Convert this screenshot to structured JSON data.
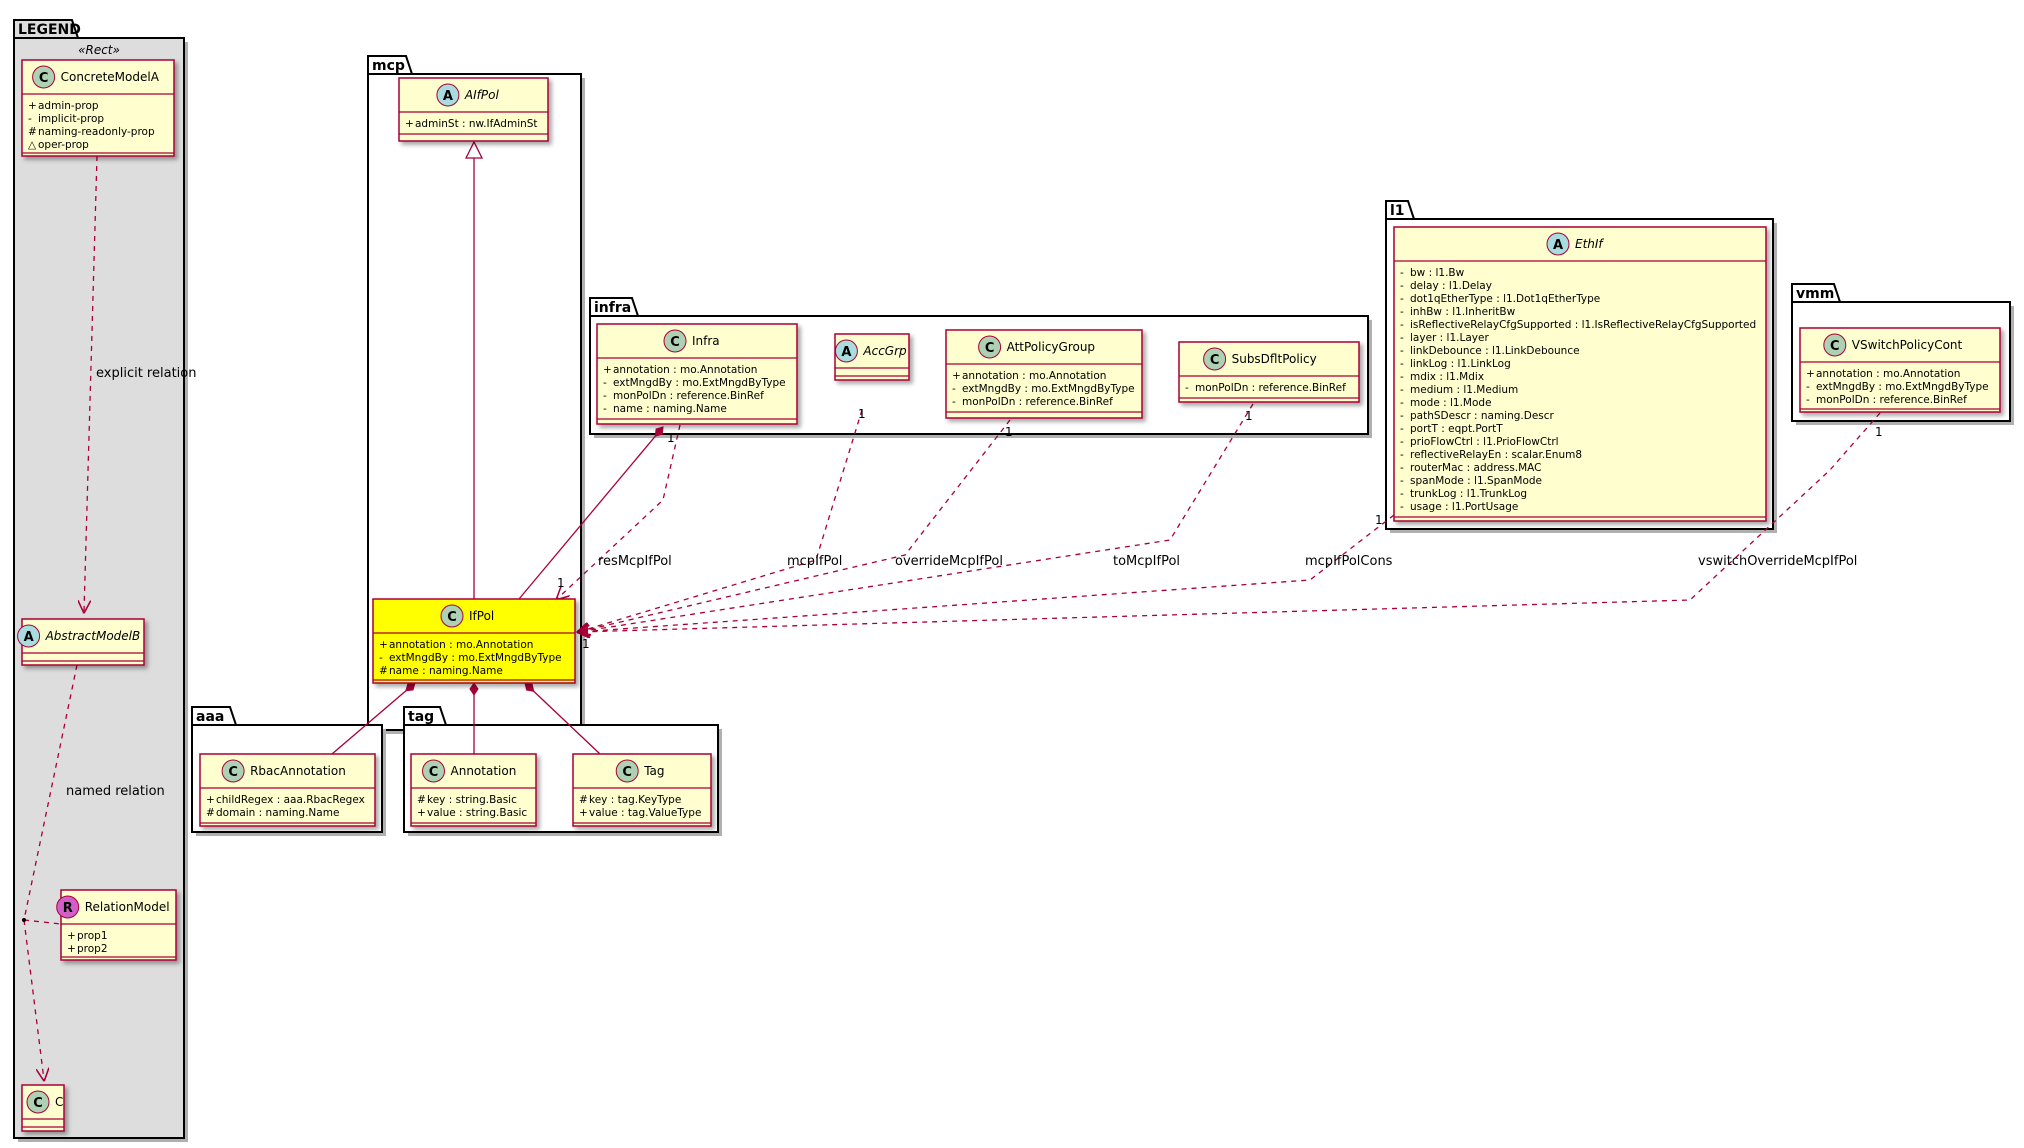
{
  "colors": {
    "class_fill": "#FEFECE",
    "class_border": "#A80036",
    "highlight_fill": "#FFFF00",
    "legend_fill": "#DDDDDD",
    "class_icon": "#ADD1B2",
    "abstract_icon": "#A9DCDF",
    "relation_icon": "#D060C8",
    "edge": "#A80036"
  },
  "packages": {
    "legend": {
      "name": "LEGEND",
      "stereotype": "«Rect»"
    },
    "mcp": {
      "name": "mcp"
    },
    "infra": {
      "name": "infra"
    },
    "l1": {
      "name": "l1"
    },
    "vmm": {
      "name": "vmm"
    },
    "aaa": {
      "name": "aaa"
    },
    "tag": {
      "name": "tag"
    }
  },
  "classes": {
    "ConcreteModelA": {
      "name": "ConcreteModelA",
      "kind": "class-icon",
      "attrs": [
        {
          "vis": "+",
          "text": "admin-prop"
        },
        {
          "vis": "-",
          "text": "implicit-prop"
        },
        {
          "vis": "#",
          "text": "naming-readonly-prop"
        },
        {
          "vis": "△",
          "text": "oper-prop"
        }
      ]
    },
    "AbstractModelB": {
      "name": "AbstractModelB",
      "kind": "abstract-icon",
      "attrs": []
    },
    "RelationModel": {
      "name": "RelationModel",
      "kind": "relation-icon",
      "attrs": [
        {
          "vis": "+",
          "text": "prop1"
        },
        {
          "vis": "+",
          "text": "prop2"
        }
      ]
    },
    "C": {
      "name": "C",
      "kind": "class-icon",
      "attrs": []
    },
    "AIfPol": {
      "name": "AIfPol",
      "kind": "abstract-icon",
      "attrs": [
        {
          "vis": "+",
          "text": "adminSt : nw.IfAdminSt"
        }
      ]
    },
    "IfPol": {
      "name": "IfPol",
      "kind": "class-icon",
      "attrs": [
        {
          "vis": "+",
          "text": "annotation : mo.Annotation"
        },
        {
          "vis": "-",
          "text": "extMngdBy : mo.ExtMngdByType"
        },
        {
          "vis": "#",
          "text": "name : naming.Name"
        }
      ]
    },
    "Infra": {
      "name": "Infra",
      "kind": "class-icon",
      "attrs": [
        {
          "vis": "+",
          "text": "annotation : mo.Annotation"
        },
        {
          "vis": "-",
          "text": "extMngdBy : mo.ExtMngdByType"
        },
        {
          "vis": "-",
          "text": "monPolDn : reference.BinRef"
        },
        {
          "vis": "-",
          "text": "name : naming.Name"
        }
      ]
    },
    "AccGrp": {
      "name": "AccGrp",
      "kind": "abstract-icon",
      "attrs": []
    },
    "AttPolicyGroup": {
      "name": "AttPolicyGroup",
      "kind": "class-icon",
      "attrs": [
        {
          "vis": "+",
          "text": "annotation : mo.Annotation"
        },
        {
          "vis": "-",
          "text": "extMngdBy : mo.ExtMngdByType"
        },
        {
          "vis": "-",
          "text": "monPolDn : reference.BinRef"
        }
      ]
    },
    "SubsDfltPolicy": {
      "name": "SubsDfltPolicy",
      "kind": "class-icon",
      "attrs": [
        {
          "vis": "-",
          "text": "monPolDn : reference.BinRef"
        }
      ]
    },
    "EthIf": {
      "name": "EthIf",
      "kind": "abstract-icon",
      "attrs": [
        {
          "vis": "-",
          "text": "bw : l1.Bw"
        },
        {
          "vis": "-",
          "text": "delay : l1.Delay"
        },
        {
          "vis": "-",
          "text": "dot1qEtherType : l1.Dot1qEtherType"
        },
        {
          "vis": "-",
          "text": "inhBw : l1.InheritBw"
        },
        {
          "vis": "-",
          "text": "isReflectiveRelayCfgSupported : l1.IsReflectiveRelayCfgSupported"
        },
        {
          "vis": "-",
          "text": "layer : l1.Layer"
        },
        {
          "vis": "-",
          "text": "linkDebounce : l1.LinkDebounce"
        },
        {
          "vis": "-",
          "text": "linkLog : l1.LinkLog"
        },
        {
          "vis": "-",
          "text": "mdix : l1.Mdix"
        },
        {
          "vis": "-",
          "text": "medium : l1.Medium"
        },
        {
          "vis": "-",
          "text": "mode : l1.Mode"
        },
        {
          "vis": "-",
          "text": "pathSDescr : naming.Descr"
        },
        {
          "vis": "-",
          "text": "portT : eqpt.PortT"
        },
        {
          "vis": "-",
          "text": "prioFlowCtrl : l1.PrioFlowCtrl"
        },
        {
          "vis": "-",
          "text": "reflectiveRelayEn : scalar.Enum8"
        },
        {
          "vis": "-",
          "text": "routerMac : address.MAC"
        },
        {
          "vis": "-",
          "text": "spanMode : l1.SpanMode"
        },
        {
          "vis": "-",
          "text": "trunkLog : l1.TrunkLog"
        },
        {
          "vis": "-",
          "text": "usage : l1.PortUsage"
        }
      ]
    },
    "VSwitchPolicyCont": {
      "name": "VSwitchPolicyCont",
      "kind": "class-icon",
      "attrs": [
        {
          "vis": "+",
          "text": "annotation : mo.Annotation"
        },
        {
          "vis": "-",
          "text": "extMngdBy : mo.ExtMngdByType"
        },
        {
          "vis": "-",
          "text": "monPolDn : reference.BinRef"
        }
      ]
    },
    "RbacAnnotation": {
      "name": "RbacAnnotation",
      "kind": "class-icon",
      "attrs": [
        {
          "vis": "+",
          "text": "childRegex : aaa.RbacRegex"
        },
        {
          "vis": "#",
          "text": "domain : naming.Name"
        }
      ]
    },
    "Annotation": {
      "name": "Annotation",
      "kind": "class-icon",
      "attrs": [
        {
          "vis": "#",
          "text": "key : string.Basic"
        },
        {
          "vis": "+",
          "text": "value : string.Basic"
        }
      ]
    },
    "Tag": {
      "name": "Tag",
      "kind": "class-icon",
      "attrs": [
        {
          "vis": "#",
          "text": "key : tag.KeyType"
        },
        {
          "vis": "+",
          "text": "value : tag.ValueType"
        }
      ]
    }
  },
  "relations": {
    "explicit": "explicit relation",
    "named": "named relation",
    "resMcpIfPol": "resMcpIfPol",
    "mcpIfPol": "mcpIfPol",
    "overrideMcpIfPol": "overrideMcpIfPol",
    "toMcpIfPol": "toMcpIfPol",
    "mcpIfPolCons": "mcpIfPolCons",
    "vswitchOverrideMcpIfPol": "vswitchOverrideMcpIfPol"
  },
  "multiplicities": {
    "one": "1"
  }
}
